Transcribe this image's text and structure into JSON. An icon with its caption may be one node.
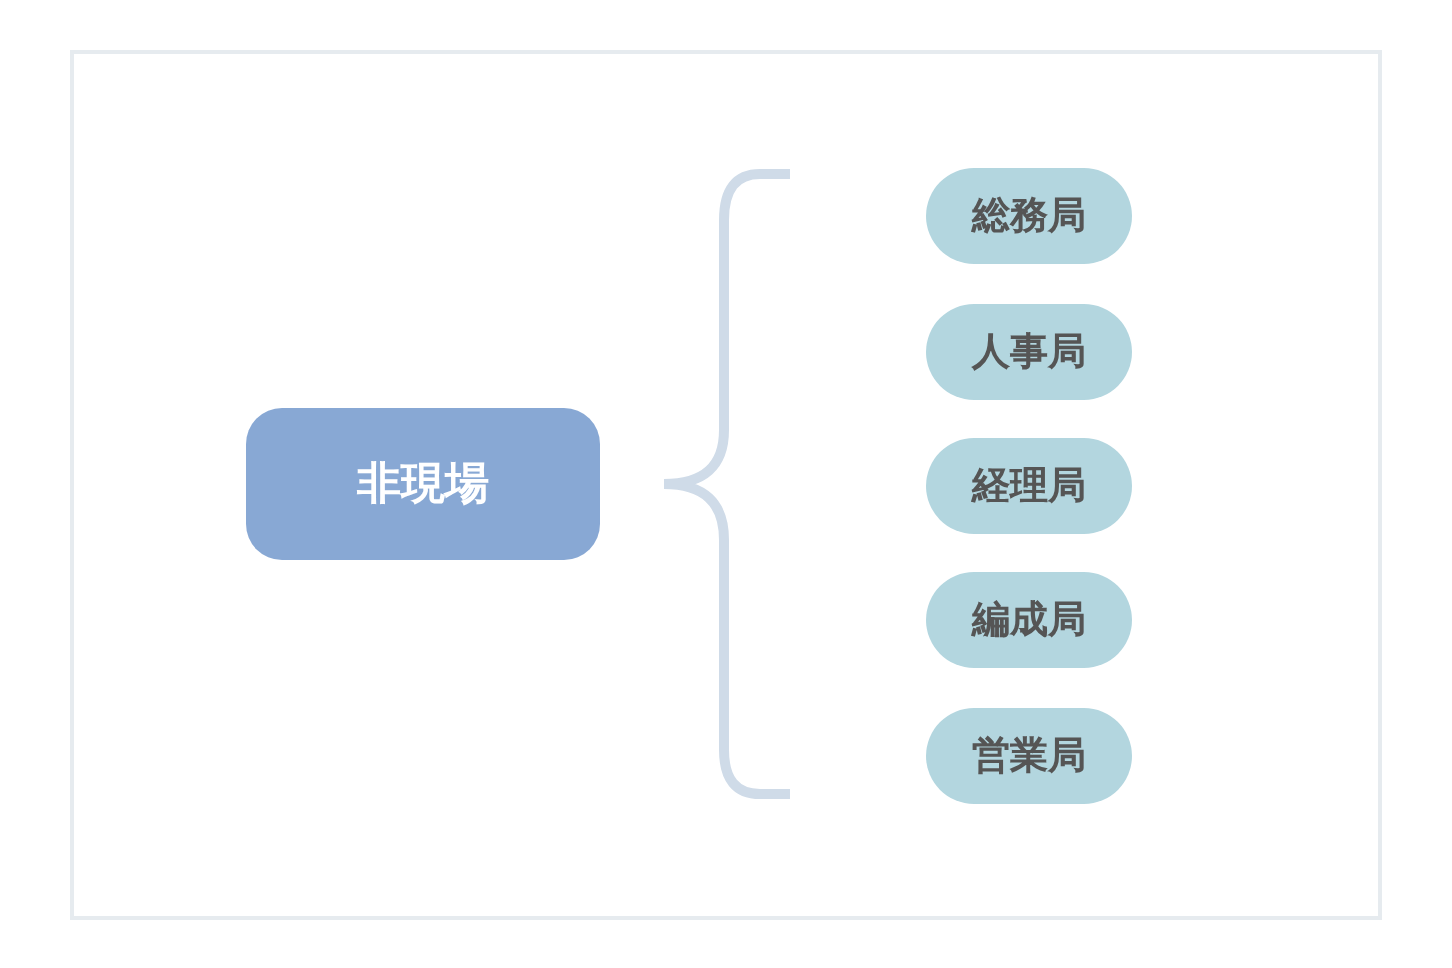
{
  "diagram": {
    "nodes": [
      {
        "text": [
          "非現場"
        ]
      },
      {
        "text": [
          "総務局"
        ]
      },
      {
        "text": [
          "人事局"
        ]
      },
      {
        "text": [
          "経理局"
        ]
      },
      {
        "text": [
          "編成局"
        ]
      },
      {
        "text": [
          "営業局"
        ]
      }
    ]
  }
}
